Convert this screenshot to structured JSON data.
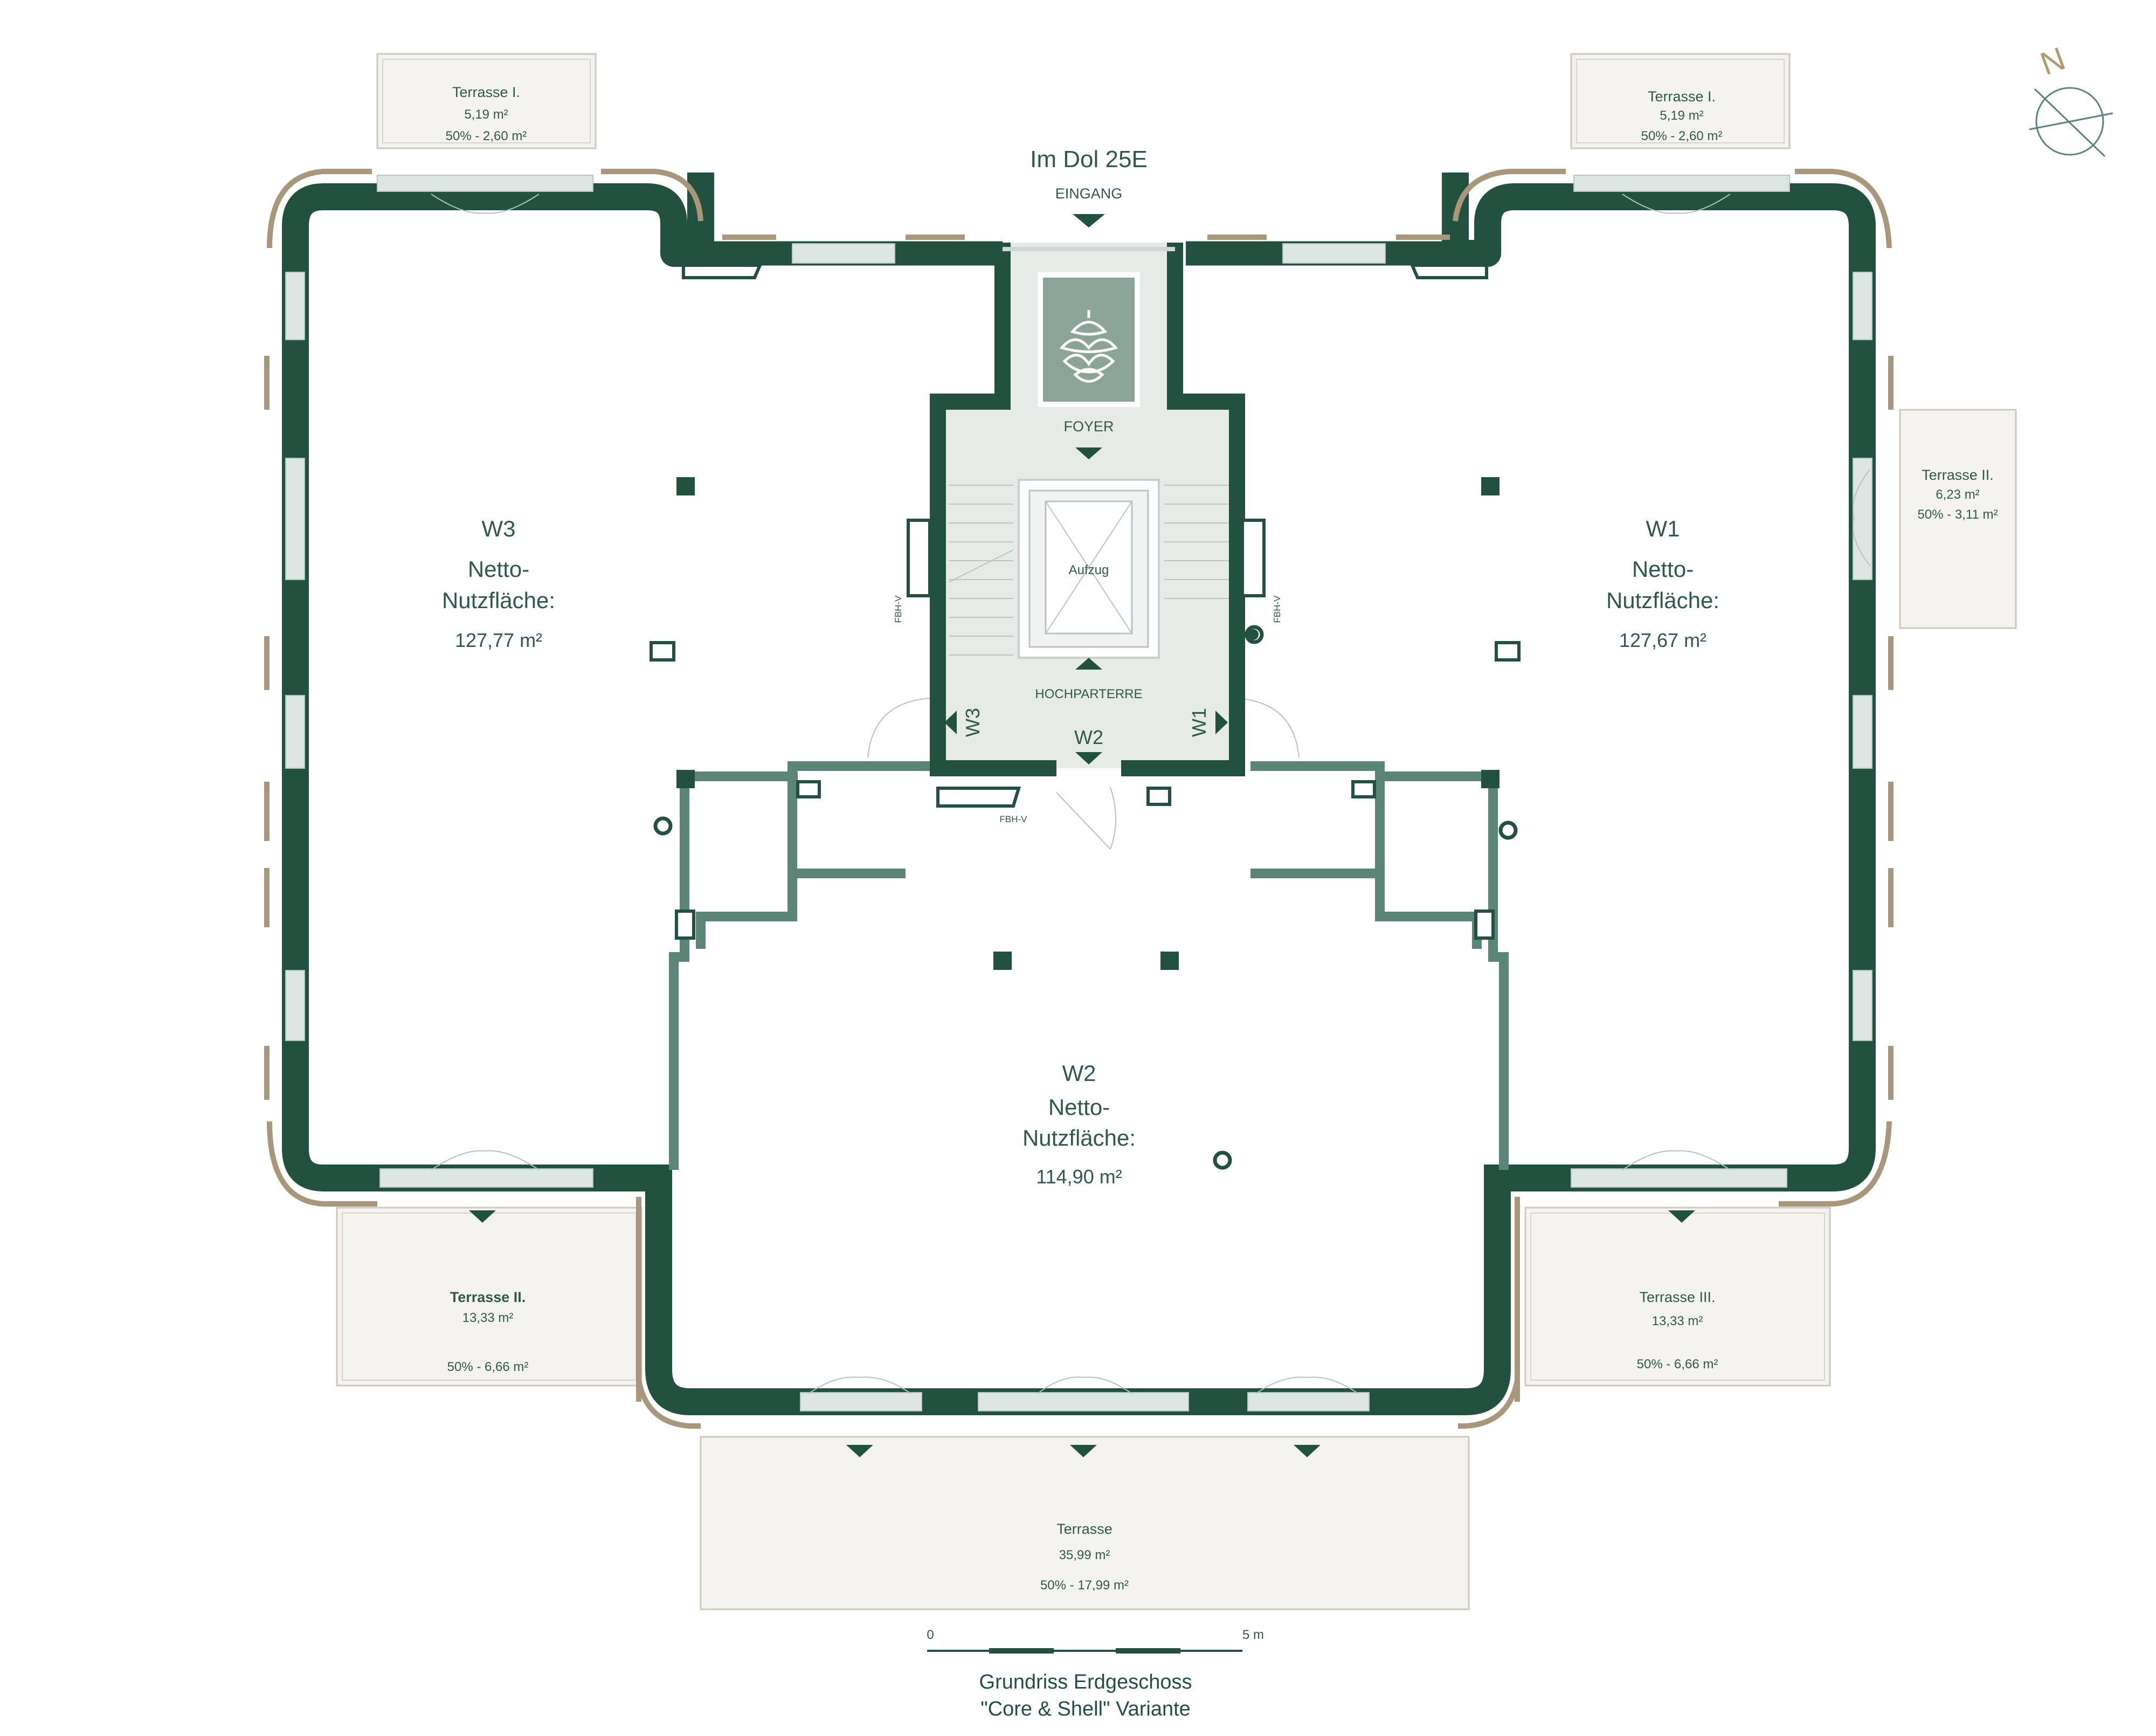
{
  "colors": {
    "wall": "#23513f",
    "inner_wall": "#5b8574",
    "cladding": "#a8977b",
    "terrace_fill": "#f5f3ef",
    "terrace_stroke": "#cfc9bd",
    "core_fill": "#e6ebe8",
    "window": "#dde6e2",
    "text": "#2f5a4a",
    "lift_tile": "#8aa598",
    "north": "#b39a6e"
  },
  "icons": {
    "north_arrow": "north-arrow-icon",
    "logo": "hop-cone-icon",
    "direction_marker": "triangle-down-icon"
  },
  "entrance": {
    "address": "Im Dol 25E",
    "label": "EINGANG"
  },
  "north_label": "N",
  "core": {
    "foyer": "FOYER",
    "lift": "Aufzug",
    "hochparterre": "HOCHPARTERRE",
    "w2_label": "W2",
    "w3_label": "W3",
    "w1_label": "W1",
    "fbh_left": "FBH-V",
    "fbh_right": "FBH-V",
    "fbh_bottom": "FBH-V"
  },
  "units": {
    "w3": {
      "name": "W3",
      "line1": "Netto-",
      "line2": "Nutzfläche:",
      "area": "127,77 m²"
    },
    "w1": {
      "name": "W1",
      "line1": "Netto-",
      "line2": "Nutzfläche:",
      "area": "127,67 m²"
    },
    "w2": {
      "name": "W2",
      "line1": "Netto-",
      "line2": "Nutzfläche:",
      "area": "114,90 m²"
    }
  },
  "terraces": {
    "top_left": {
      "name": "Terrasse I.",
      "area": "5,19 m²",
      "share": "50% - 2,60 m²"
    },
    "top_right": {
      "name": "Terrasse I.",
      "area": "5,19 m²",
      "share": "50% - 2,60 m²"
    },
    "right": {
      "name": "Terrasse II.",
      "area": "6,23 m²",
      "share": "50% - 3,11 m²"
    },
    "bottom_left": {
      "name": "Terrasse II.",
      "area": "13,33 m²",
      "share": "50% - 6,66 m²"
    },
    "bottom_right": {
      "name": "Terrasse III.",
      "area": "13,33 m²",
      "share": "50% - 6,66 m²"
    },
    "bottom": {
      "name": "Terrasse",
      "area": "35,99 m²",
      "share": "50% - 17,99 m²"
    }
  },
  "scale": {
    "start": "0",
    "end": "5 m"
  },
  "caption": {
    "line1": "Grundriss Erdgeschoss",
    "line2": "\"Core & Shell\" Variante"
  }
}
